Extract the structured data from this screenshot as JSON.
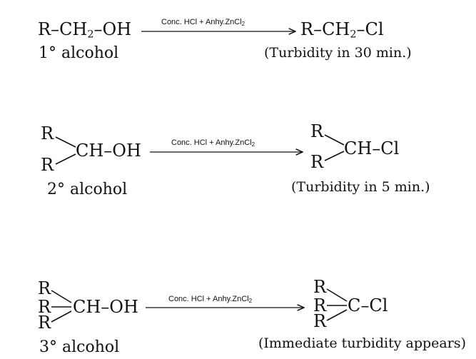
{
  "reagent": {
    "text": "Conc. HCl + Anhy.ZnCl",
    "subscript": "2"
  },
  "primary": {
    "reactant_left": "R–CH",
    "reactant_sub": "2",
    "reactant_right": "–OH",
    "product_left": "R–CH",
    "product_sub": "2",
    "product_right": "–Cl",
    "label": "1° alcohol",
    "observation": "(Turbidity in 30 min.)"
  },
  "secondary": {
    "r1": "R",
    "r2": "R",
    "reactant_core": "CH–OH",
    "p1": "R",
    "p2": "R",
    "product_core": "CH–Cl",
    "label": "2° alcohol",
    "observation": "(Turbidity in 5 min.)"
  },
  "tertiary": {
    "r1": "R",
    "r2": "R",
    "r3": "R",
    "reactant_core": "CH–OH",
    "p1": "R",
    "p2": "R",
    "p3": "R",
    "product_core": "C–Cl",
    "label": "3° alcohol",
    "observation": "(Immediate turbidity appears)"
  }
}
